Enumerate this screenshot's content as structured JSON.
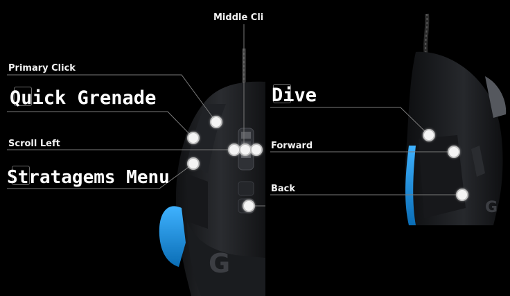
{
  "left_panel": {
    "middle_click_label": "Middle Cli",
    "primary_click_label": "Primary Click",
    "quick_grenade_label": "Quick Grenade",
    "scroll_left_label": "Scroll Left",
    "stratagems_menu_label": "Stratagems Menu"
  },
  "right_panel": {
    "dive_label": "Dive",
    "forward_label": "Forward",
    "back_label": "Back"
  },
  "colors": {
    "background": "#000000",
    "mouse_body": "#1b1d20",
    "accent_blue": "#1e8fd6",
    "leader_line": "#7a7a7a"
  }
}
